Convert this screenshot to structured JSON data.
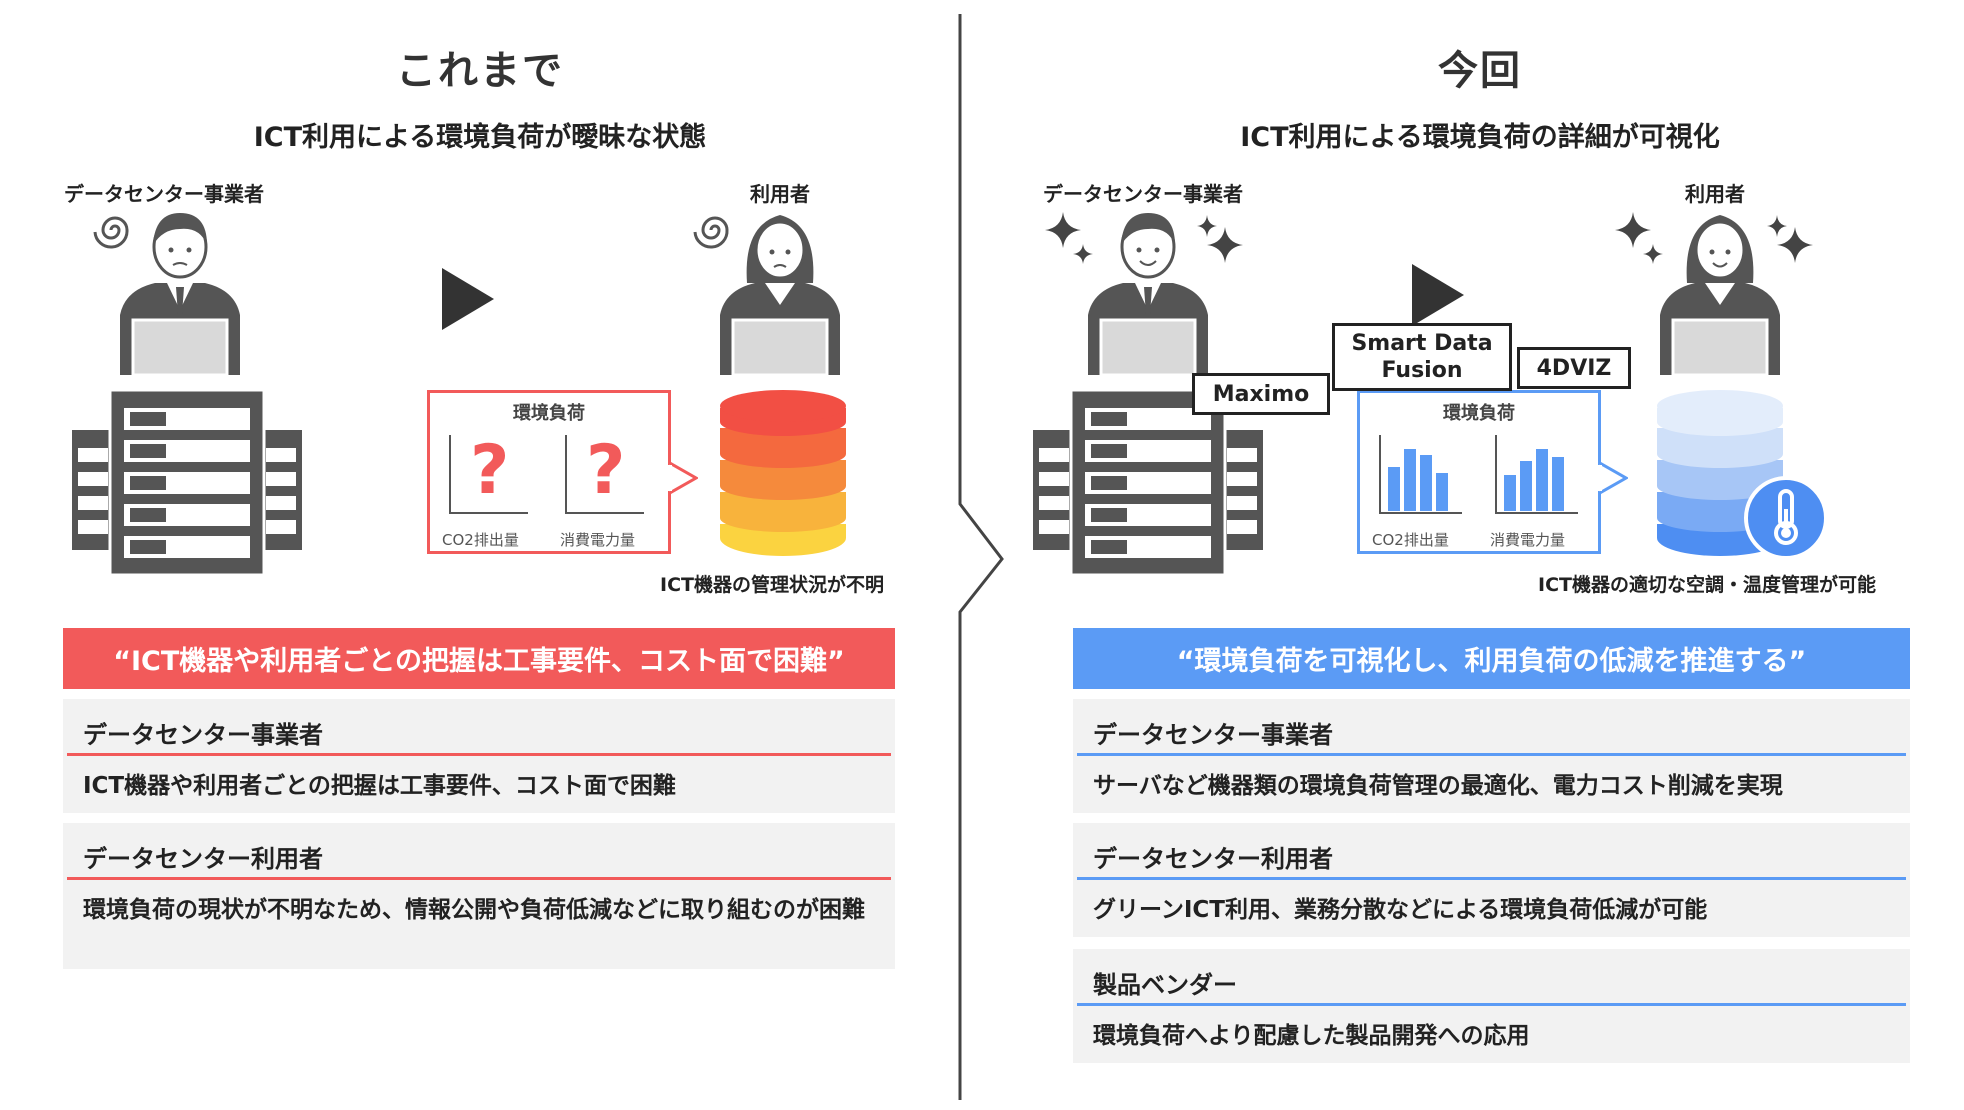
{
  "before": {
    "heading": "これまで",
    "subheading": "ICT利用による環境負荷が曖昧な状態",
    "operator_label": "データセンター事業者",
    "user_label": "利用者",
    "panel_title": "環境負荷",
    "chart1_label": "CO2排出量",
    "chart2_label": "消費電力量",
    "caption": "ICT機器の管理状況が不明",
    "banner": "“ICT機器や利用者ごとの把握は工事要件、コスト面で困難”",
    "cards": [
      {
        "title": "データセンター事業者",
        "body": "ICT機器や利用者ごとの把握は工事要件、コスト面で困難"
      },
      {
        "title": "データセンター利用者",
        "body": "環境負荷の現状が不明なため、情報公開や負荷低減などに取り組むのが困難"
      }
    ]
  },
  "after": {
    "heading": "今回",
    "subheading": "ICT利用による環境負荷の詳細が可視化",
    "operator_label": "データセンター事業者",
    "user_label": "利用者",
    "panel_title": "環境負荷",
    "chart1_label": "CO2排出量",
    "chart2_label": "消費電力量",
    "caption": "ICT機器の適切な空調・温度管理が可能",
    "tools": {
      "maximo": "Maximo",
      "sdf": "Smart Data Fusion",
      "viz": "4DVIZ"
    },
    "banner": "“環境負荷を可視化し、利用負荷の低減を推進する”",
    "cards": [
      {
        "title": "データセンター事業者",
        "body": "サーバなど機器類の環境負荷管理の最適化、電力コスト削減を実現"
      },
      {
        "title": "データセンター利用者",
        "body": "グリーンICT利用、業務分散などによる環境負荷低減が可能"
      },
      {
        "title": "製品ベンダー",
        "body": "環境負荷へより配慮した製品開発への応用"
      }
    ]
  },
  "colors": {
    "red": "#f25a5a",
    "blue": "#5b9bf5",
    "dark": "#555555",
    "divider": "#444444"
  },
  "icons": [
    "person-icon",
    "server-rack-icon",
    "database-icon",
    "thermometer-icon",
    "sparkle-icon",
    "confused-swirl-icon",
    "play-arrow-icon"
  ]
}
